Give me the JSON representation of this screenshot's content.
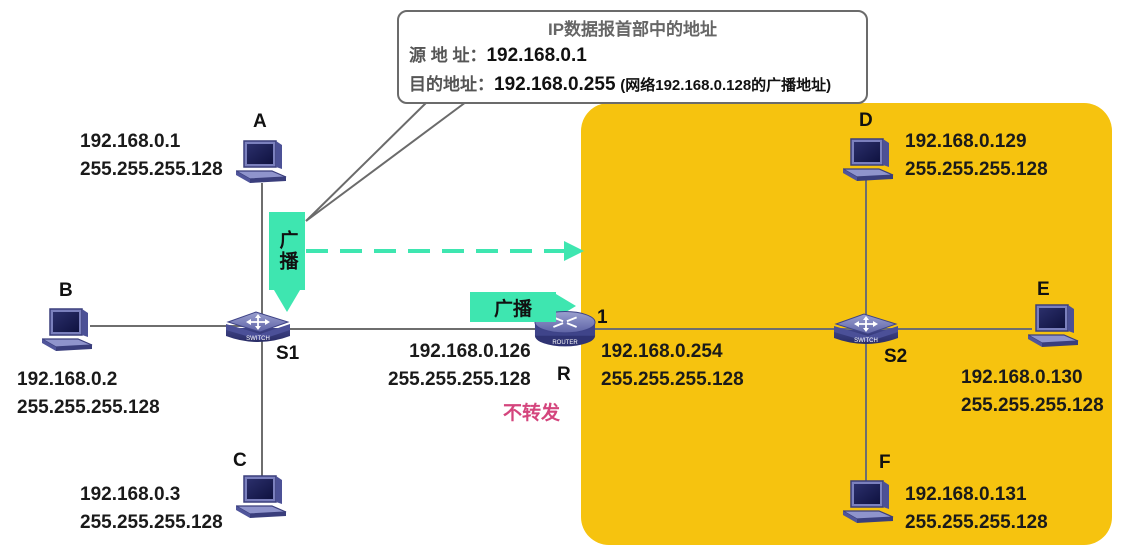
{
  "callout": {
    "title": "IP数据报首部中的地址",
    "src_label": "源 地 址：",
    "src_value": "192.168.0.1",
    "dst_label": "目的地址：",
    "dst_value": "192.168.0.255",
    "dst_note": "(网络192.168.0.128的广播地址)"
  },
  "hosts": {
    "A": {
      "letter": "A",
      "ip": "192.168.0.1",
      "mask": "255.255.255.128"
    },
    "B": {
      "letter": "B",
      "ip": "192.168.0.2",
      "mask": "255.255.255.128"
    },
    "C": {
      "letter": "C",
      "ip": "192.168.0.3",
      "mask": "255.255.255.128"
    },
    "D": {
      "letter": "D",
      "ip": "192.168.0.129",
      "mask": "255.255.255.128"
    },
    "E": {
      "letter": "E",
      "ip": "192.168.0.130",
      "mask": "255.255.255.128"
    },
    "F": {
      "letter": "F",
      "ip": "192.168.0.131",
      "mask": "255.255.255.128"
    }
  },
  "switches": {
    "S1": {
      "name": "S1",
      "device_text": "SWITCH"
    },
    "S2": {
      "name": "S2",
      "device_text": "SWITCH"
    }
  },
  "router": {
    "name": "R",
    "device_text": "ROUTER",
    "port": "1",
    "left_ip": "192.168.0.126",
    "left_mask": "255.255.255.128",
    "right_ip": "192.168.0.254",
    "right_mask": "255.255.255.128",
    "no_forward": "不转发"
  },
  "broadcast_tags": {
    "vertical": "广播",
    "horizontal": "广播"
  },
  "colors": {
    "network_fill": "#f6c30f",
    "arrow": "#3ee6b0",
    "line": "#6e6e6e",
    "no_forward": "#d4457d"
  }
}
